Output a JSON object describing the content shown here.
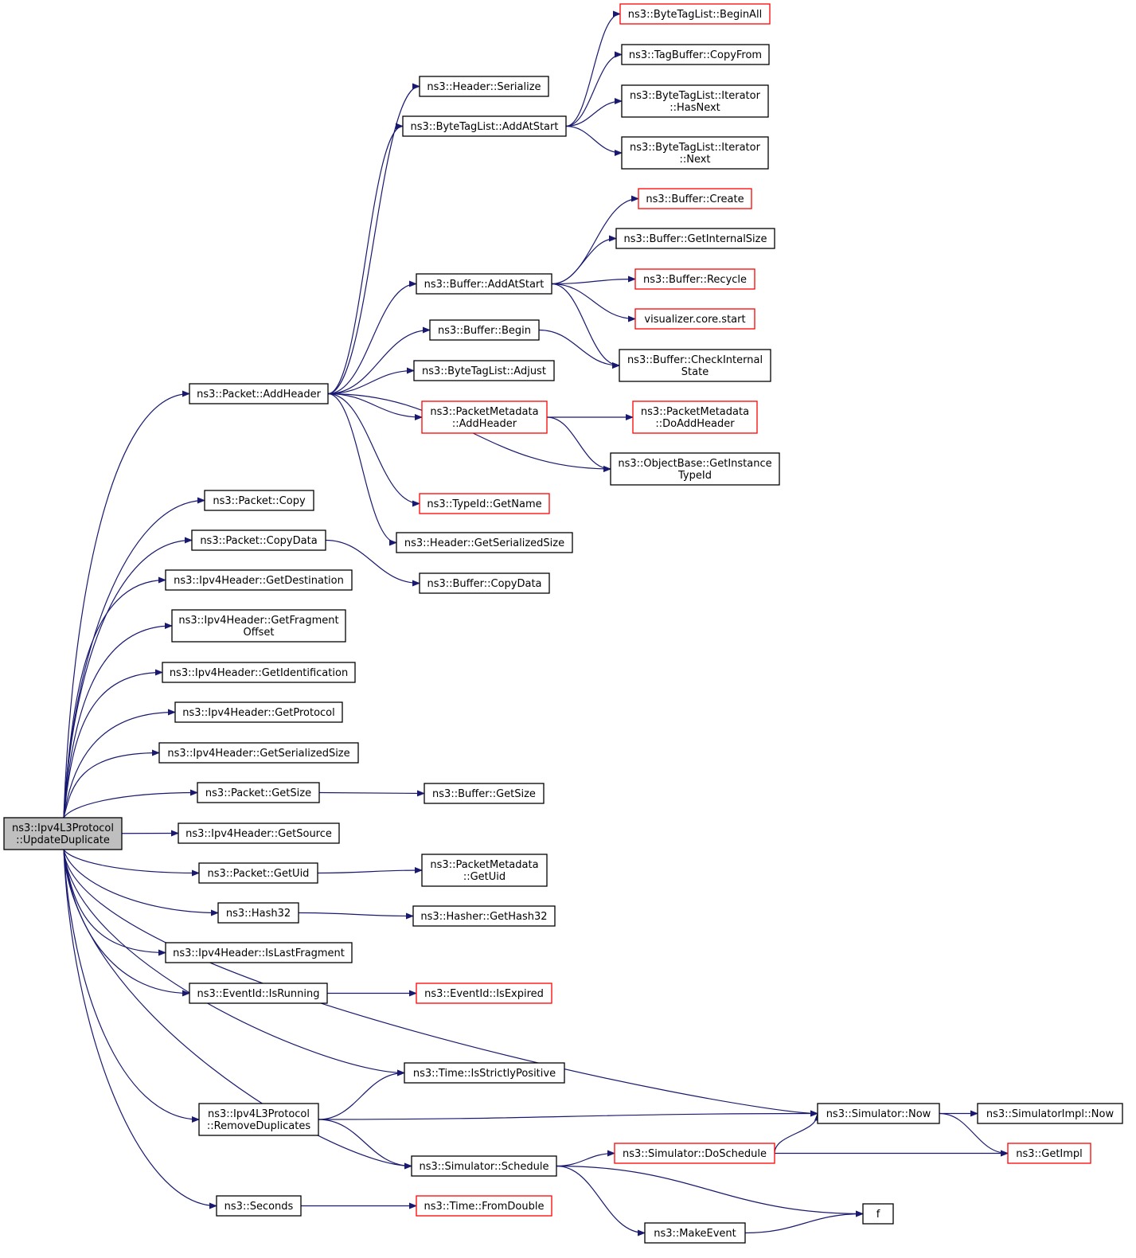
{
  "colors": {
    "edge": "#191970",
    "node_border": "#000000",
    "missing_node_border": "#ff0000",
    "root_fill": "#bfbfbf"
  },
  "nodes": [
    {
      "id": "root",
      "lines": [
        "ns3::Ipv4L3Protocol",
        "::UpdateDuplicate"
      ],
      "border": "black",
      "root": true
    },
    {
      "id": "pkt_addheader",
      "lines": [
        "ns3::Packet::AddHeader"
      ],
      "border": "black"
    },
    {
      "id": "hdr_serialize",
      "lines": [
        "ns3::Header::Serialize"
      ],
      "border": "black"
    },
    {
      "id": "btl_addatstart",
      "lines": [
        "ns3::ByteTagList::AddAtStart"
      ],
      "border": "black"
    },
    {
      "id": "btl_beginall",
      "lines": [
        "ns3::ByteTagList::BeginAll"
      ],
      "border": "red"
    },
    {
      "id": "tagbuf_copyfrom",
      "lines": [
        "ns3::TagBuffer::CopyFrom"
      ],
      "border": "black"
    },
    {
      "id": "btl_it_hasnext",
      "lines": [
        "ns3::ByteTagList::Iterator",
        "::HasNext"
      ],
      "border": "black"
    },
    {
      "id": "btl_it_next",
      "lines": [
        "ns3::ByteTagList::Iterator",
        "::Next"
      ],
      "border": "black"
    },
    {
      "id": "buf_create",
      "lines": [
        "ns3::Buffer::Create"
      ],
      "border": "red"
    },
    {
      "id": "buf_getinternalsize",
      "lines": [
        "ns3::Buffer::GetInternalSize"
      ],
      "border": "black"
    },
    {
      "id": "buf_addatstart",
      "lines": [
        "ns3::Buffer::AddAtStart"
      ],
      "border": "black"
    },
    {
      "id": "buf_recycle",
      "lines": [
        "ns3::Buffer::Recycle"
      ],
      "border": "red"
    },
    {
      "id": "viz_start",
      "lines": [
        "visualizer.core.start"
      ],
      "border": "red"
    },
    {
      "id": "buf_begin",
      "lines": [
        "ns3::Buffer::Begin"
      ],
      "border": "black"
    },
    {
      "id": "buf_checkinternal",
      "lines": [
        "ns3::Buffer::CheckInternal",
        "State"
      ],
      "border": "black"
    },
    {
      "id": "btl_adjust",
      "lines": [
        "ns3::ByteTagList::Adjust"
      ],
      "border": "black"
    },
    {
      "id": "pm_addheader",
      "lines": [
        "ns3::PacketMetadata",
        "::AddHeader"
      ],
      "border": "red"
    },
    {
      "id": "pm_doaddheader",
      "lines": [
        "ns3::PacketMetadata",
        "::DoAddHeader"
      ],
      "border": "red"
    },
    {
      "id": "ob_getinstancetypeid",
      "lines": [
        "ns3::ObjectBase::GetInstance",
        "TypeId"
      ],
      "border": "black"
    },
    {
      "id": "typeid_getname",
      "lines": [
        "ns3::TypeId::GetName"
      ],
      "border": "red"
    },
    {
      "id": "hdr_getserializedsize",
      "lines": [
        "ns3::Header::GetSerializedSize"
      ],
      "border": "black"
    },
    {
      "id": "pkt_copy",
      "lines": [
        "ns3::Packet::Copy"
      ],
      "border": "black"
    },
    {
      "id": "pkt_copydata",
      "lines": [
        "ns3::Packet::CopyData"
      ],
      "border": "black"
    },
    {
      "id": "buf_copydata",
      "lines": [
        "ns3::Buffer::CopyData"
      ],
      "border": "black"
    },
    {
      "id": "ipv4_getdestination",
      "lines": [
        "ns3::Ipv4Header::GetDestination"
      ],
      "border": "black"
    },
    {
      "id": "ipv4_getfragmentoffset",
      "lines": [
        "ns3::Ipv4Header::GetFragment",
        "Offset"
      ],
      "border": "black"
    },
    {
      "id": "ipv4_getidentification",
      "lines": [
        "ns3::Ipv4Header::GetIdentification"
      ],
      "border": "black"
    },
    {
      "id": "ipv4_getprotocol",
      "lines": [
        "ns3::Ipv4Header::GetProtocol"
      ],
      "border": "black"
    },
    {
      "id": "ipv4_getserializedsize",
      "lines": [
        "ns3::Ipv4Header::GetSerializedSize"
      ],
      "border": "black"
    },
    {
      "id": "pkt_getsize",
      "lines": [
        "ns3::Packet::GetSize"
      ],
      "border": "black"
    },
    {
      "id": "buf_getsize",
      "lines": [
        "ns3::Buffer::GetSize"
      ],
      "border": "black"
    },
    {
      "id": "ipv4_getsource",
      "lines": [
        "ns3::Ipv4Header::GetSource"
      ],
      "border": "black"
    },
    {
      "id": "pkt_getuid",
      "lines": [
        "ns3::Packet::GetUid"
      ],
      "border": "black"
    },
    {
      "id": "pm_getuid",
      "lines": [
        "ns3::PacketMetadata",
        "::GetUid"
      ],
      "border": "black"
    },
    {
      "id": "hash32",
      "lines": [
        "ns3::Hash32"
      ],
      "border": "black"
    },
    {
      "id": "hasher_gethash32",
      "lines": [
        "ns3::Hasher::GetHash32"
      ],
      "border": "black"
    },
    {
      "id": "ipv4_islastfragment",
      "lines": [
        "ns3::Ipv4Header::IsLastFragment"
      ],
      "border": "black"
    },
    {
      "id": "eventid_isrunning",
      "lines": [
        "ns3::EventId::IsRunning"
      ],
      "border": "black"
    },
    {
      "id": "eventid_isexpired",
      "lines": [
        "ns3::EventId::IsExpired"
      ],
      "border": "red"
    },
    {
      "id": "time_isstrictlypositive",
      "lines": [
        "ns3::Time::IsStrictlyPositive"
      ],
      "border": "black"
    },
    {
      "id": "ipv4_removeduplicates",
      "lines": [
        "ns3::Ipv4L3Protocol",
        "::RemoveDuplicates"
      ],
      "border": "black"
    },
    {
      "id": "sim_now",
      "lines": [
        "ns3::Simulator::Now"
      ],
      "border": "black"
    },
    {
      "id": "simimpl_now",
      "lines": [
        "ns3::SimulatorImpl::Now"
      ],
      "border": "black"
    },
    {
      "id": "sim_doschedule",
      "lines": [
        "ns3::Simulator::DoSchedule"
      ],
      "border": "red"
    },
    {
      "id": "getimpl",
      "lines": [
        "ns3::GetImpl"
      ],
      "border": "red"
    },
    {
      "id": "sim_schedule",
      "lines": [
        "ns3::Simulator::Schedule"
      ],
      "border": "black"
    },
    {
      "id": "f",
      "lines": [
        "f"
      ],
      "border": "black"
    },
    {
      "id": "makeevent",
      "lines": [
        "ns3::MakeEvent"
      ],
      "border": "black"
    },
    {
      "id": "seconds",
      "lines": [
        "ns3::Seconds"
      ],
      "border": "black"
    },
    {
      "id": "time_fromdouble",
      "lines": [
        "ns3::Time::FromDouble"
      ],
      "border": "red"
    }
  ],
  "edges": [
    [
      "root",
      "pkt_addheader"
    ],
    [
      "root",
      "pkt_copy"
    ],
    [
      "root",
      "pkt_copydata"
    ],
    [
      "root",
      "ipv4_getdestination"
    ],
    [
      "root",
      "ipv4_getfragmentoffset"
    ],
    [
      "root",
      "ipv4_getidentification"
    ],
    [
      "root",
      "ipv4_getprotocol"
    ],
    [
      "root",
      "ipv4_getserializedsize"
    ],
    [
      "root",
      "pkt_getsize"
    ],
    [
      "root",
      "ipv4_getsource"
    ],
    [
      "root",
      "pkt_getuid"
    ],
    [
      "root",
      "hash32"
    ],
    [
      "root",
      "ipv4_islastfragment"
    ],
    [
      "root",
      "eventid_isrunning"
    ],
    [
      "root",
      "sim_now"
    ],
    [
      "root",
      "time_isstrictlypositive"
    ],
    [
      "root",
      "ipv4_removeduplicates"
    ],
    [
      "root",
      "sim_schedule"
    ],
    [
      "root",
      "seconds"
    ],
    [
      "pkt_addheader",
      "hdr_serialize"
    ],
    [
      "pkt_addheader",
      "btl_addatstart"
    ],
    [
      "pkt_addheader",
      "buf_addatstart"
    ],
    [
      "pkt_addheader",
      "buf_begin"
    ],
    [
      "pkt_addheader",
      "btl_adjust"
    ],
    [
      "pkt_addheader",
      "pm_addheader"
    ],
    [
      "pkt_addheader",
      "ob_getinstancetypeid"
    ],
    [
      "pkt_addheader",
      "typeid_getname"
    ],
    [
      "pkt_addheader",
      "hdr_getserializedsize"
    ],
    [
      "btl_addatstart",
      "btl_beginall"
    ],
    [
      "btl_addatstart",
      "tagbuf_copyfrom"
    ],
    [
      "btl_addatstart",
      "btl_it_hasnext"
    ],
    [
      "btl_addatstart",
      "btl_it_next"
    ],
    [
      "buf_addatstart",
      "buf_create"
    ],
    [
      "buf_addatstart",
      "buf_getinternalsize"
    ],
    [
      "buf_addatstart",
      "buf_recycle"
    ],
    [
      "buf_addatstart",
      "viz_start"
    ],
    [
      "buf_addatstart",
      "buf_checkinternal"
    ],
    [
      "buf_begin",
      "buf_checkinternal"
    ],
    [
      "pm_addheader",
      "pm_doaddheader"
    ],
    [
      "pm_addheader",
      "ob_getinstancetypeid"
    ],
    [
      "pkt_copydata",
      "buf_copydata"
    ],
    [
      "pkt_getsize",
      "buf_getsize"
    ],
    [
      "pkt_getuid",
      "pm_getuid"
    ],
    [
      "hash32",
      "hasher_gethash32"
    ],
    [
      "eventid_isrunning",
      "eventid_isexpired"
    ],
    [
      "ipv4_removeduplicates",
      "time_isstrictlypositive"
    ],
    [
      "ipv4_removeduplicates",
      "sim_now"
    ],
    [
      "ipv4_removeduplicates",
      "sim_schedule"
    ],
    [
      "sim_now",
      "simimpl_now"
    ],
    [
      "sim_now",
      "getimpl"
    ],
    [
      "sim_schedule",
      "sim_doschedule"
    ],
    [
      "sim_schedule",
      "f"
    ],
    [
      "sim_schedule",
      "makeevent"
    ],
    [
      "sim_doschedule",
      "sim_now"
    ],
    [
      "sim_doschedule",
      "getimpl"
    ],
    [
      "makeevent",
      "f"
    ],
    [
      "seconds",
      "time_fromdouble"
    ]
  ]
}
